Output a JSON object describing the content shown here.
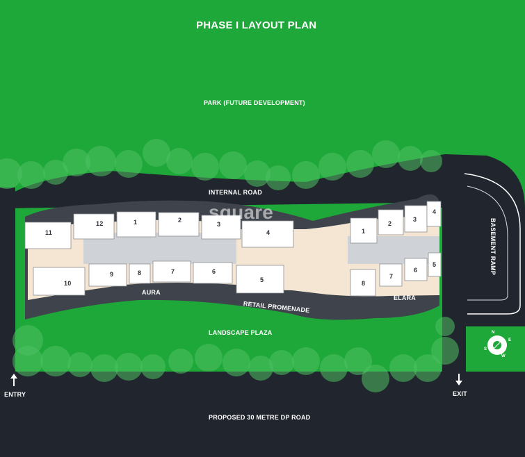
{
  "title": "PHASE I LAYOUT PLAN",
  "labels": {
    "park": "PARK (FUTURE DEVELOPMENT)",
    "internal_road": "INTERNAL ROAD",
    "aura": "AURA",
    "retail_promenade": "RETAIL PROMENADE",
    "elara": "ELARA",
    "landscape_plaza": "LANDSCAPE PLAZA",
    "basement_ramp": "BASEMENT RAMP",
    "entry": "ENTRY",
    "exit": "EXIT",
    "dp_road": "PROPOSED 30 METRE DP ROAD"
  },
  "watermark": "square",
  "compass": {
    "n": "N",
    "s": "S",
    "e": "E",
    "w": "W"
  },
  "buildings": {
    "aura": [
      "11",
      "12",
      "1",
      "2",
      "3",
      "4",
      "10",
      "9",
      "8",
      "7",
      "6",
      "5"
    ],
    "elara": [
      "1",
      "2",
      "3",
      "4",
      "8",
      "7",
      "6",
      "5"
    ]
  },
  "colors": {
    "park_green": "#1fa83a",
    "road": "#21252e",
    "promenade": "#3f434b",
    "podium": "#f4e6d2",
    "tower": "#ffffff",
    "text": "#ffffff"
  }
}
